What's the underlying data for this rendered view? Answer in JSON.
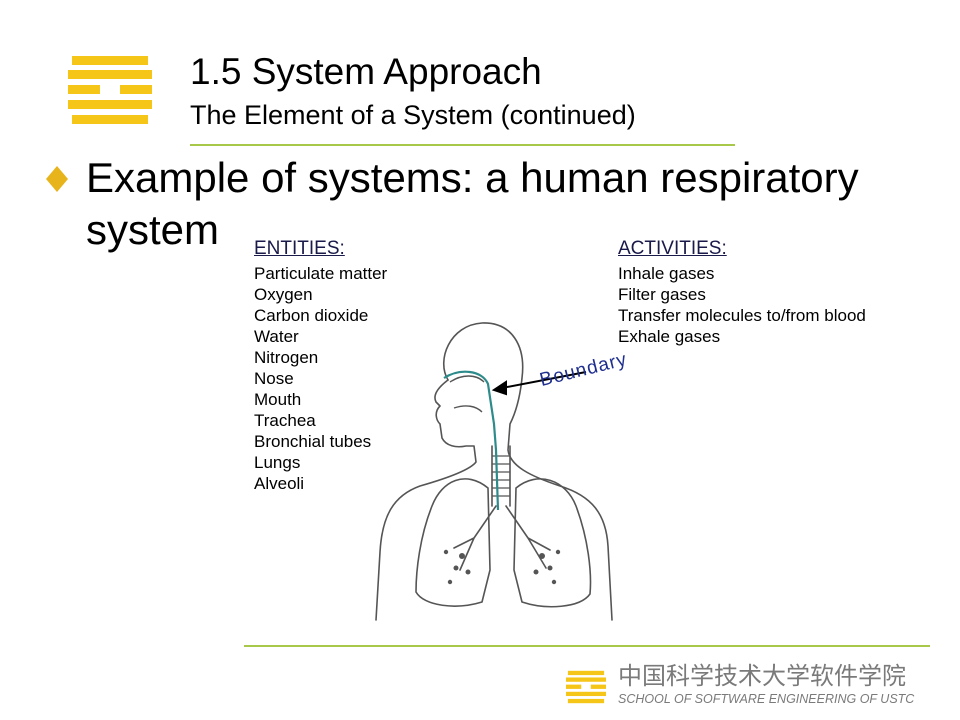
{
  "header": {
    "title": "1.5 System Approach",
    "subtitle": "The Element of a System (continued)"
  },
  "bullet": {
    "text": "Example of systems: a human respiratory system"
  },
  "entities": {
    "heading": "ENTITIES",
    "items": [
      "Particulate matter",
      "Oxygen",
      "Carbon dioxide",
      "Water",
      "Nitrogen",
      "Nose",
      "Mouth",
      "Trachea",
      "Bronchial tubes",
      "Lungs",
      "Alveoli"
    ]
  },
  "activities": {
    "heading": "ACTIVITIES",
    "items": [
      "Inhale gases",
      "Filter gases",
      "Transfer molecules to/from blood",
      "Exhale gases"
    ]
  },
  "diagram": {
    "boundary_label": "Boundary"
  },
  "footer": {
    "school_cn": "中国科学技术大学软件学院",
    "school_en": "SCHOOL OF SOFTWARE ENGINEERING OF USTC"
  },
  "colors": {
    "accent_gold": "#f5c518",
    "rule_green": "#a8c84a",
    "bullet_gold": "#e8b41c",
    "boundary_blue": "#1f2f8f",
    "outline_teal": "#2e8b8b"
  }
}
